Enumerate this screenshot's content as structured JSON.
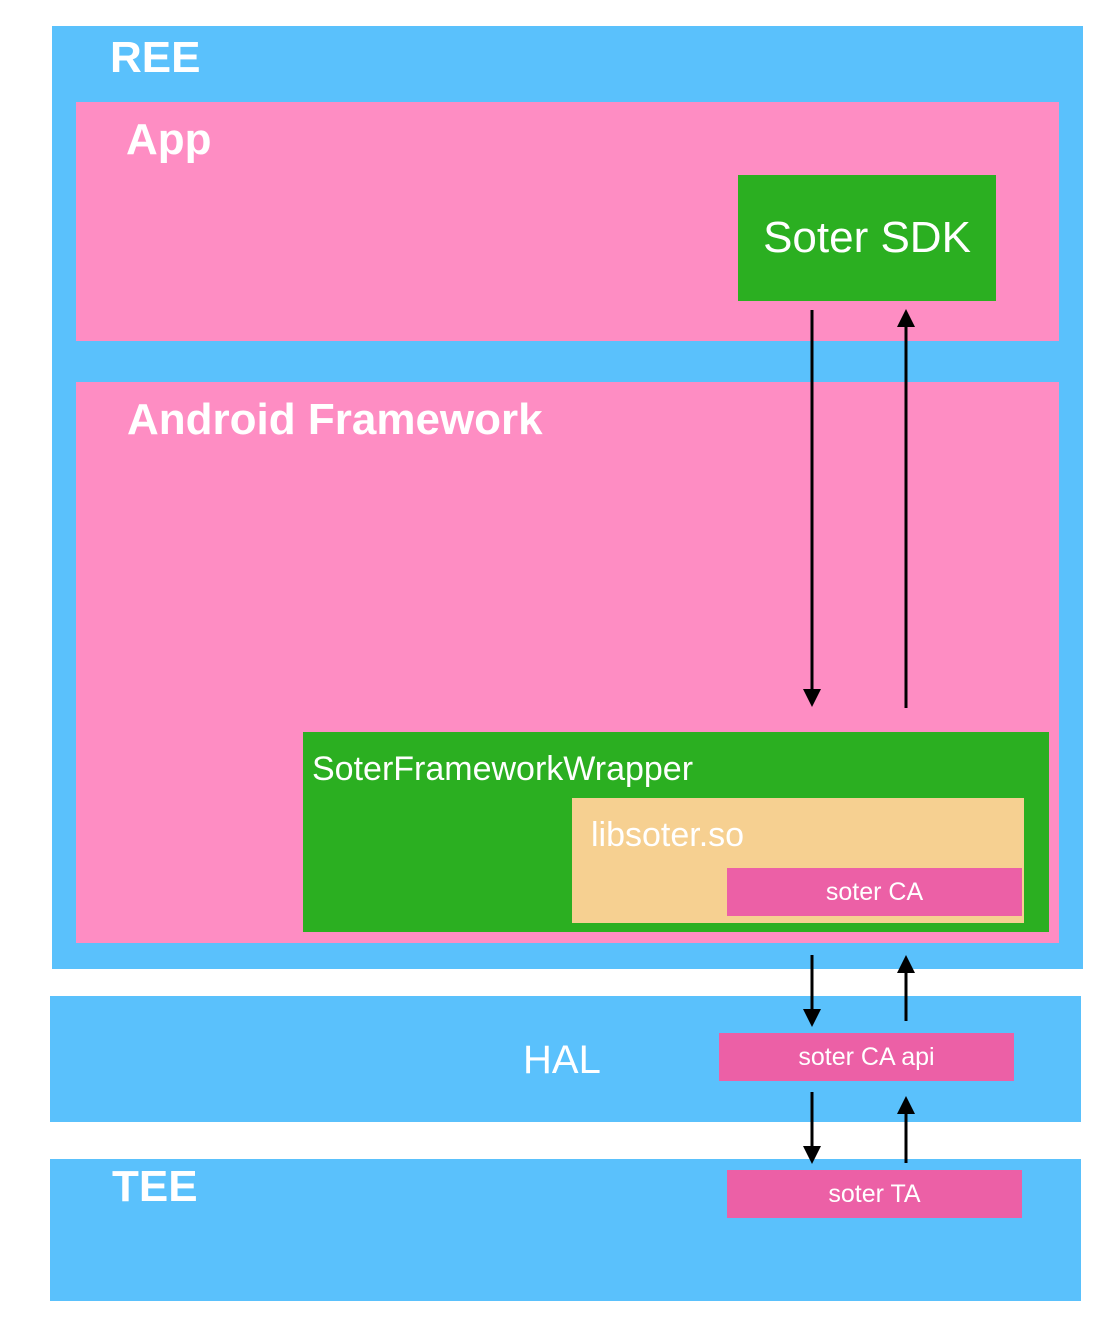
{
  "ree": {
    "label": "REE"
  },
  "app": {
    "label": "App",
    "sdk_label": "Soter SDK"
  },
  "framework": {
    "label": "Android Framework",
    "wrapper_label": "SoterFrameworkWrapper",
    "lib_label": "libsoter.so",
    "ca_label": "soter CA"
  },
  "hal": {
    "label": "HAL",
    "ca_api_label": "soter CA api"
  },
  "tee": {
    "label": "TEE",
    "ta_label": "soter TA"
  },
  "colors": {
    "ree_bg": "#5ac1fc",
    "layer_bg": "#fe8dc3",
    "component_bg": "#2baf21",
    "library_bg": "#f6d091",
    "module_bg": "#ec60a6",
    "arrow": "#000000",
    "text": "#ffffff"
  }
}
